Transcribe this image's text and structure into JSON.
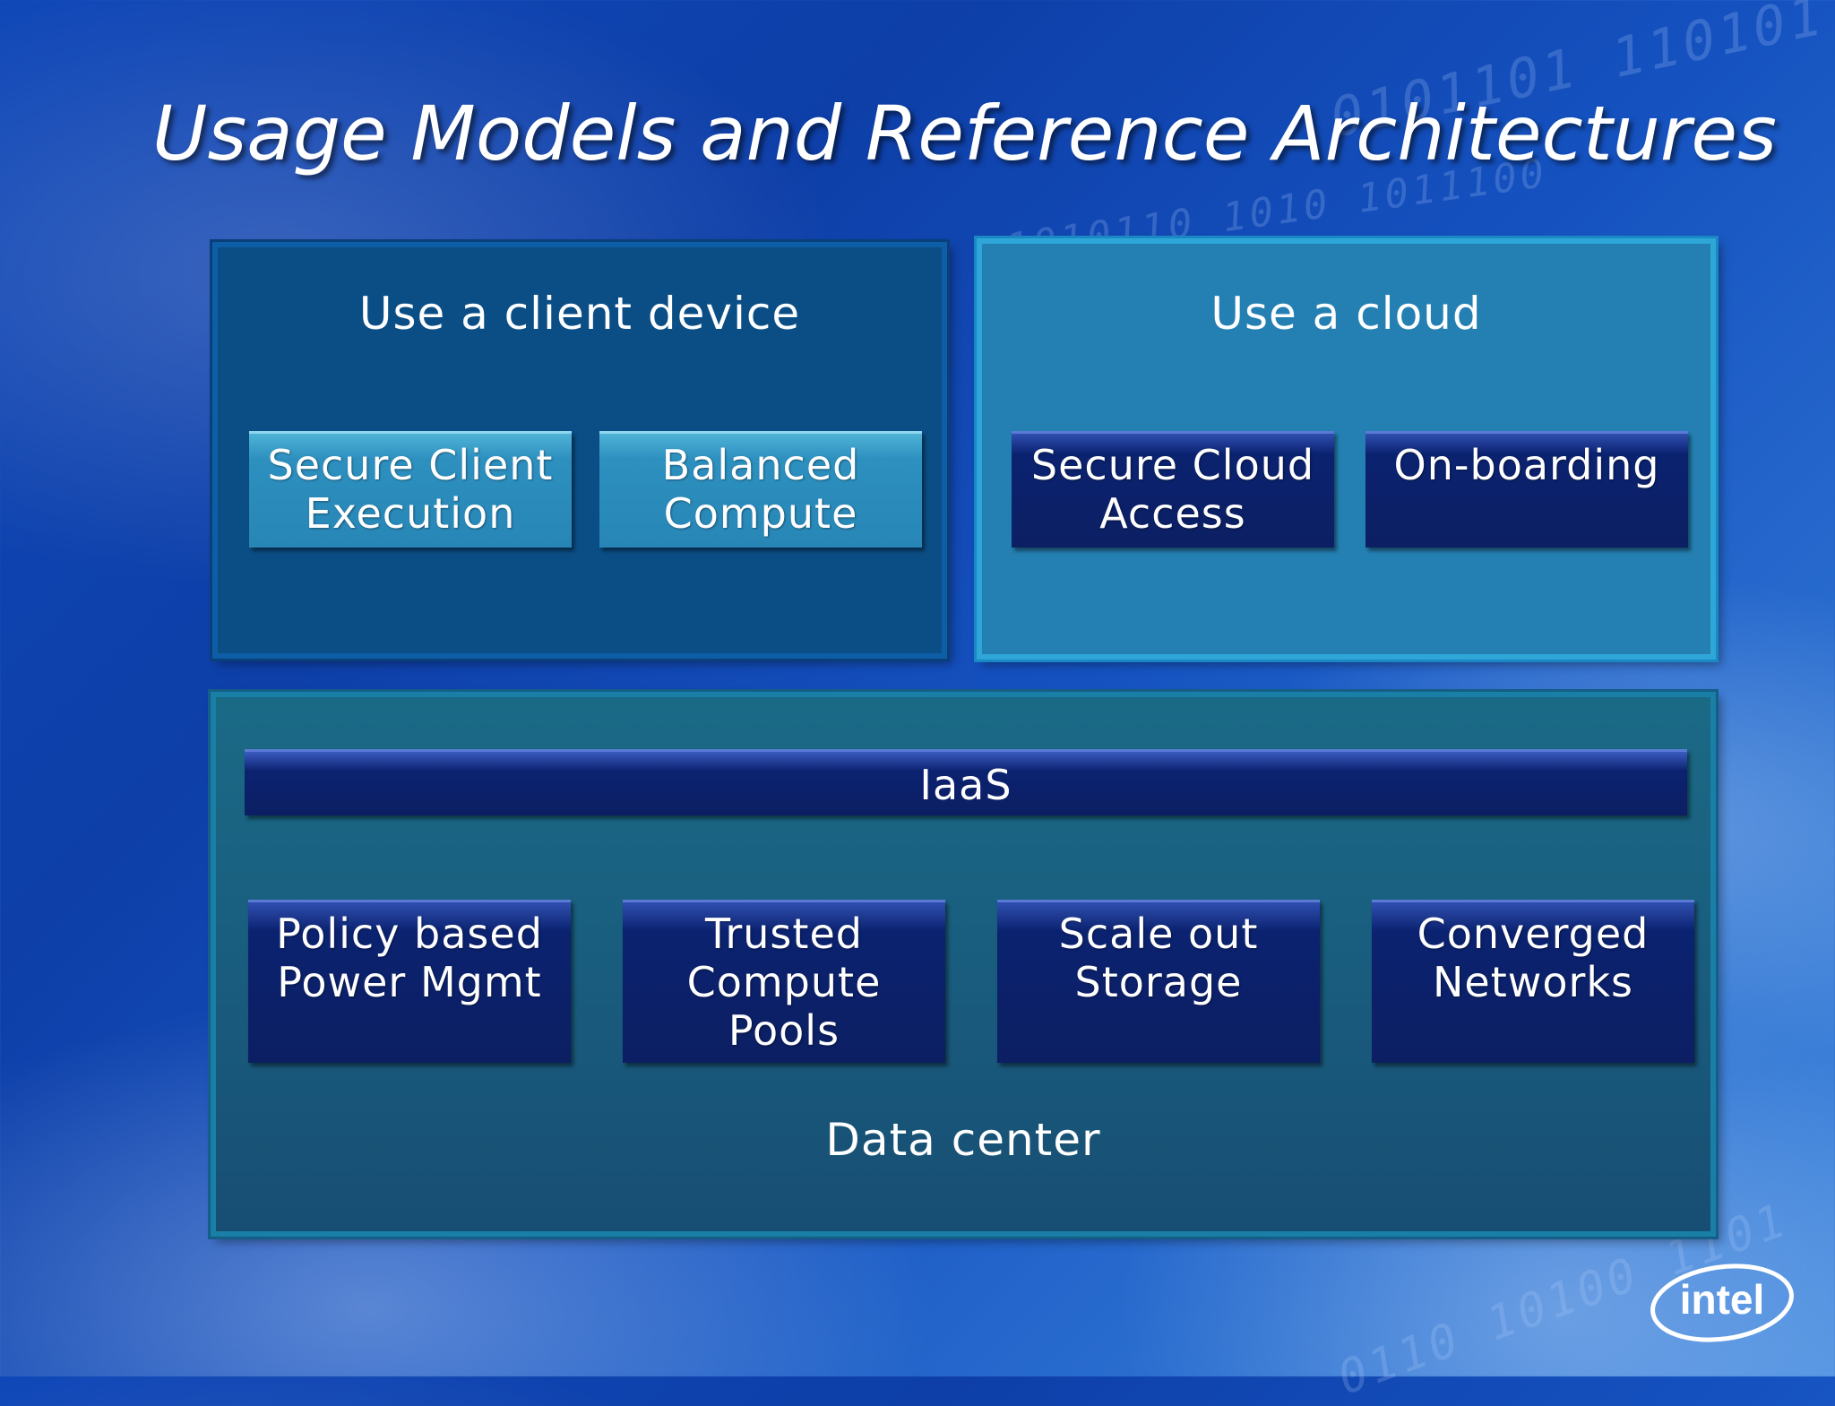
{
  "title": "Usage Models and Reference Architectures",
  "client_panel": {
    "label": "Use a client device",
    "items": [
      "Secure Client\nExecution",
      "Balanced\nCompute"
    ]
  },
  "cloud_panel": {
    "label": "Use a cloud",
    "items": [
      "Secure Cloud\nAccess",
      "On-boarding"
    ]
  },
  "datacenter_panel": {
    "label": "Data center",
    "bar": "IaaS",
    "items": [
      "Policy based\nPower Mgmt",
      "Trusted\nCompute\nPools",
      "Scale out\nStorage",
      "Converged\nNetworks"
    ]
  },
  "logo": "intel",
  "colors": {
    "client_panel": "#0b4e86",
    "cloud_panel": "#2480b3",
    "datacenter_panel": "#195a7c",
    "light_box": "#2786b6",
    "dark_box": "#0c1f63"
  }
}
